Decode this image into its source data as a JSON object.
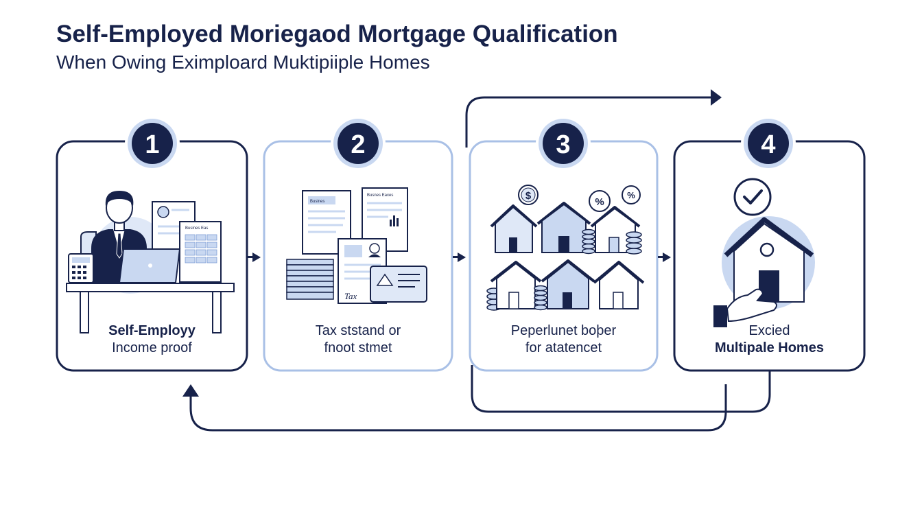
{
  "header": {
    "title": "Self-Employed Moriegaod Mortgage Qualification",
    "subtitle": "When Owing Eximploard Muktipiiple Homes"
  },
  "steps": [
    {
      "number": "1",
      "line1": "Self-Employy",
      "line2": "Income proof"
    },
    {
      "number": "2",
      "line1": "Tax ststand or",
      "line2": "fnoot stmet"
    },
    {
      "number": "3",
      "line1": "Peperlunet boþer",
      "line2": "for atatencet"
    },
    {
      "number": "4",
      "line1": "Excied",
      "line2": "Multipale Homes"
    }
  ],
  "doc_labels": {
    "step1_doc": "Busines Eas",
    "step2_doc_a": "Busines",
    "step2_doc_b": "Busnes Eaxes",
    "step2_tax": "Tax"
  },
  "colors": {
    "navy": "#17224a",
    "light_blue": "#c9d8f1",
    "pale_blue": "#dfe8f7",
    "border_light": "#a9c0e6"
  }
}
